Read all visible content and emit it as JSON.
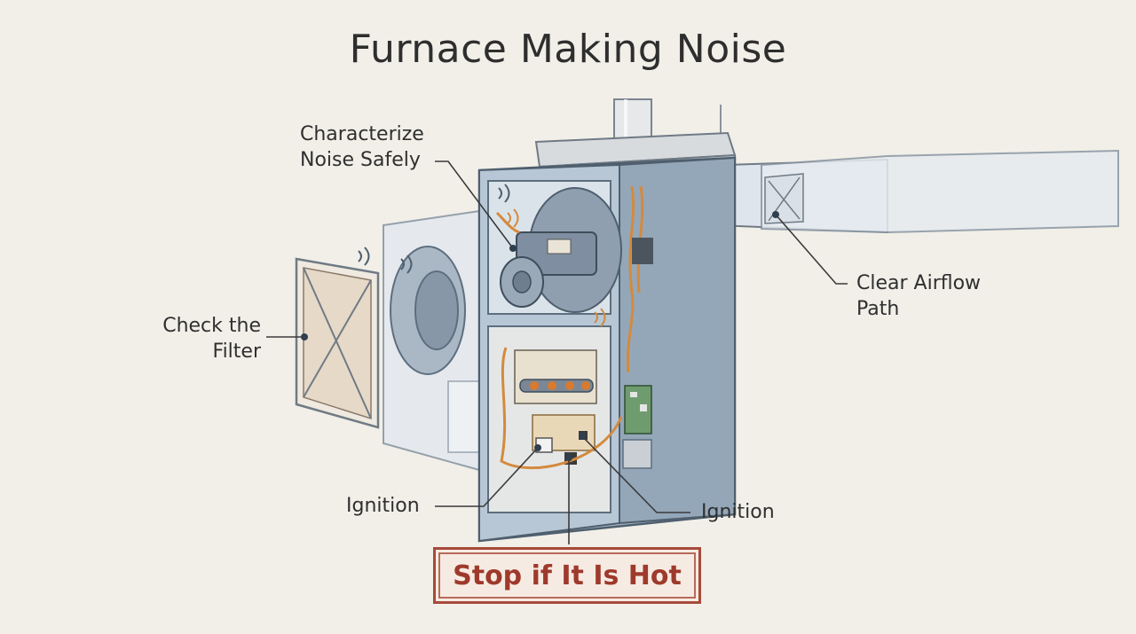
{
  "title": "Furnace Making Noise",
  "callouts": {
    "characterize": [
      "Characterize",
      "Noise Safely"
    ],
    "filter": [
      "Check the",
      "Filter"
    ],
    "airflow": [
      "Clear Airflow",
      "Path"
    ],
    "ignition_left": "Ignition",
    "ignition_right": "Ignition",
    "warning": "Stop if It Is Hot"
  },
  "colors": {
    "cabinet": "#9fb2c4",
    "outline": "#5d6e7e",
    "copper": "#d38a3e",
    "warning": "#a84a3b"
  }
}
